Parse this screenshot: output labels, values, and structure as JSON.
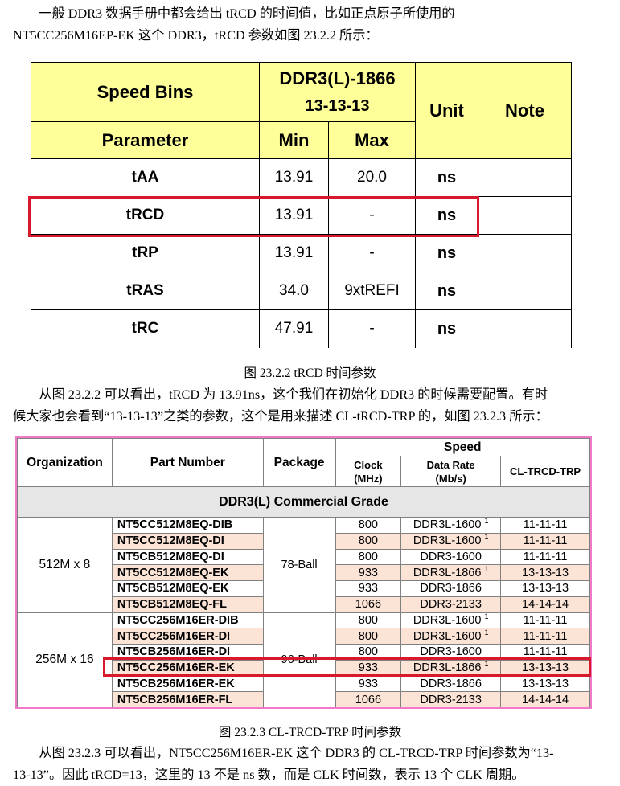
{
  "intro": {
    "line1": "一般 DDR3 数据手册中都会给出 tRCD 的时间值，比如正点原子所使用的",
    "line2": "NT5CC256M16EP-EK 这个 DDR3，tRCD 参数如图 23.2.2 所示："
  },
  "table1": {
    "header": {
      "speed_bins": "Speed Bins",
      "ddr_line1": "DDR3(L)-1866",
      "ddr_line2": "13-13-13",
      "unit": "Unit",
      "note": "Note",
      "parameter": "Parameter",
      "min": "Min",
      "max": "Max"
    },
    "rows": [
      {
        "param": "tAA",
        "min": "13.91",
        "max": "20.0",
        "unit": "ns"
      },
      {
        "param": "tRCD",
        "min": "13.91",
        "max": "-",
        "unit": "ns"
      },
      {
        "param": "tRP",
        "min": "13.91",
        "max": "-",
        "unit": "ns"
      },
      {
        "param": "tRAS",
        "min": "34.0",
        "max": "9xtREFI",
        "unit": "ns"
      },
      {
        "param": "tRC",
        "min": "47.91",
        "max": "-",
        "unit": "ns"
      }
    ]
  },
  "caption1": "图 23.2.2 tRCD 时间参数",
  "middle": {
    "line1": "从图 23.2.2 可以看出，tRCD 为 13.91ns，这个我们在初始化 DDR3 的时候需要配置。有时",
    "line2": "候大家也会看到“13-13-13”之类的参数，这个是用来描述 CL-tRCD-TRP 的，如图 23.2.3 所示："
  },
  "table2": {
    "header": {
      "organization": "Organization",
      "part_number": "Part Number",
      "package": "Package",
      "speed": "Speed",
      "clock": "Clock",
      "clock_unit": "(MHz)",
      "data_rate": "Data Rate",
      "data_rate_unit": "(Mb/s)",
      "cl": "CL-TRCD-TRP"
    },
    "grade": "DDR3(L) Commercial Grade",
    "groups": [
      {
        "org": "512M x 8",
        "package": "78-Ball"
      },
      {
        "org": "256M x 16",
        "package": "96-Ball"
      }
    ],
    "sup_mark": "1",
    "rows": [
      {
        "part": "NT5CC512M8EQ-DIB",
        "clock": "800",
        "rate": "DDR3L-1600",
        "sup": true,
        "cl": "11-11-11"
      },
      {
        "part": "NT5CC512M8EQ-DI",
        "clock": "800",
        "rate": "DDR3L-1600",
        "sup": true,
        "cl": "11-11-11"
      },
      {
        "part": "NT5CB512M8EQ-DI",
        "clock": "800",
        "rate": "DDR3-1600",
        "sup": false,
        "cl": "11-11-11"
      },
      {
        "part": "NT5CC512M8EQ-EK",
        "clock": "933",
        "rate": "DDR3L-1866",
        "sup": true,
        "cl": "13-13-13"
      },
      {
        "part": "NT5CB512M8EQ-EK",
        "clock": "933",
        "rate": "DDR3-1866",
        "sup": false,
        "cl": "13-13-13"
      },
      {
        "part": "NT5CB512M8EQ-FL",
        "clock": "1066",
        "rate": "DDR3-2133",
        "sup": false,
        "cl": "14-14-14"
      },
      {
        "part": "NT5CC256M16ER-DIB",
        "clock": "800",
        "rate": "DDR3L-1600",
        "sup": true,
        "cl": "11-11-11"
      },
      {
        "part": "NT5CC256M16ER-DI",
        "clock": "800",
        "rate": "DDR3L-1600",
        "sup": true,
        "cl": "11-11-11"
      },
      {
        "part": "NT5CB256M16ER-DI",
        "clock": "800",
        "rate": "DDR3-1600",
        "sup": false,
        "cl": "11-11-11"
      },
      {
        "part": "NT5CC256M16ER-EK",
        "clock": "933",
        "rate": "DDR3L-1866",
        "sup": true,
        "cl": "13-13-13"
      },
      {
        "part": "NT5CB256M16ER-EK",
        "clock": "933",
        "rate": "DDR3-1866",
        "sup": false,
        "cl": "13-13-13"
      },
      {
        "part": "NT5CB256M16ER-FL",
        "clock": "1066",
        "rate": "DDR3-2133",
        "sup": false,
        "cl": "14-14-14"
      }
    ]
  },
  "caption2": "图 23.2.3 CL-TRCD-TRP 时间参数",
  "outro": {
    "line1": "从图 23.2.3 可以看出，NT5CC256M16ER-EK 这个 DDR3 的 CL-TRCD-TRP 时间参数为“13-",
    "line2": "13-13”。因此 tRCD=13，这里的 13 不是 ns 数，而是 CLK 时间数，表示 13 个 CLK 周期。"
  },
  "colors": {
    "header_fill": "#ffff99",
    "highlight": "#d8192d",
    "table_border": "#f07ac8",
    "row_shade": "#fbe3d6"
  }
}
